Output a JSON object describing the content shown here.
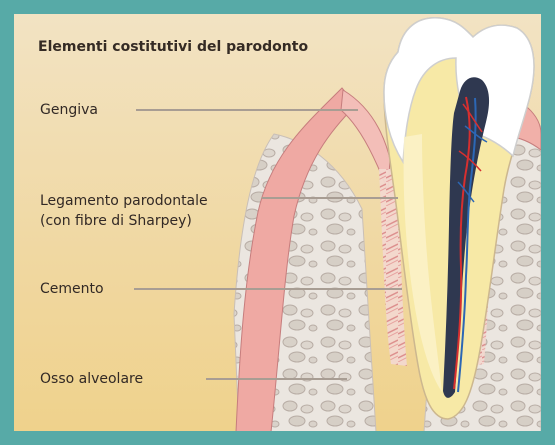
{
  "diagram": {
    "title": "Elementi costitutivi del parodonto",
    "labels": {
      "gengiva": "Gengiva",
      "legamento": {
        "line1": "Legamento parodontale",
        "line2": "(con fibre di Sharpey)"
      },
      "cemento": "Cemento",
      "osso": "Osso alveolare"
    }
  },
  "colors": {
    "frame": "#57aaa7",
    "background": "#f2e3c3",
    "gum": "#efa9a3",
    "bone": "#e8e3dc",
    "enamel": "#ffffff",
    "dentin": "#f7e9a6",
    "pulp": "#2f3850",
    "vessels_red": "#d62f2f",
    "vessels_blue": "#2c67b5"
  }
}
